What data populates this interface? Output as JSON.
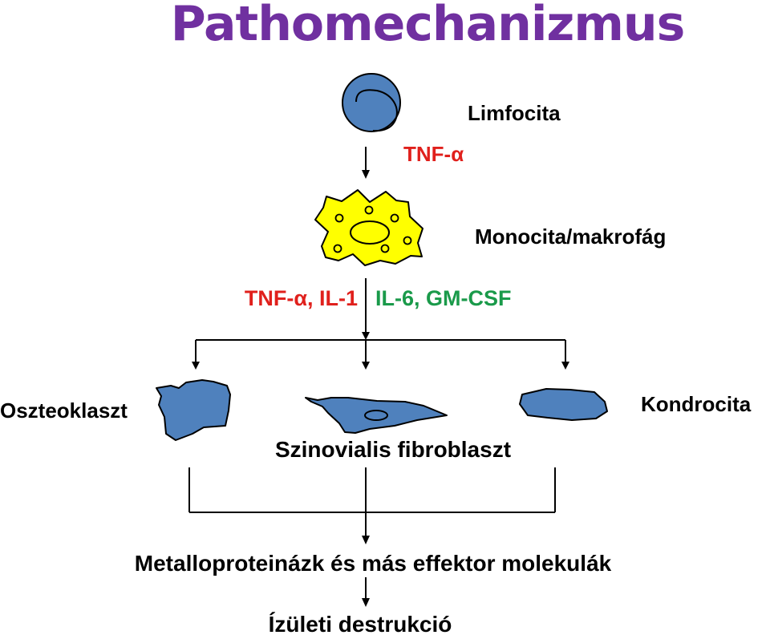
{
  "title": "Pathomechanizmus",
  "colors": {
    "title": "#7030A0",
    "red": "#E0201C",
    "green": "#1A9A4A",
    "cell_blue": "#4F81BD",
    "cell_yellow": "#FFFF00",
    "line": "#000000"
  },
  "labels": {
    "limfocita": "Limfocita",
    "tnf_alpha": "TNF-α",
    "monocita": "Monocita/makrofág",
    "cytokines_red": "TNF-α, IL-1",
    "cytokines_green": "IL-6, GM-CSF",
    "oszteoklaszt": "Oszteoklaszt",
    "szinovialis": "Szinovialis fibroblaszt",
    "kondrocita": "Kondrocita",
    "metallo": "Metalloproteinázk és más effektor molekulák",
    "destrukcio": "Ízületi destrukció"
  }
}
